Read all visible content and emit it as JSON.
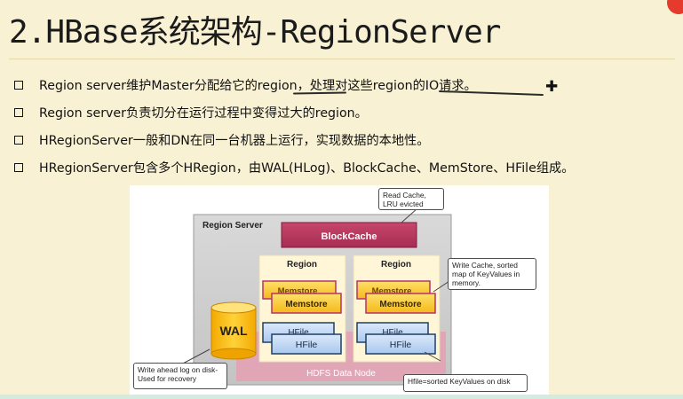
{
  "title": "2.HBase系统架构-RegionServer",
  "bullets": [
    "Region server维护Master分配给它的region，处理对这些region的IO请求。",
    "Region server负责切分在运行过程中变得过大的region。",
    "HRegionServer一般和DN在同一台机器上运行，实现数据的本地性。",
    "HRegionServer包含多个HRegion，由WAL(HLog)、BlockCache、MemStore、HFile组成。"
  ],
  "diagram": {
    "region_server_label": "Region Server",
    "blockcache_label": "BlockCache",
    "regions": [
      {
        "label": "Region",
        "memstore_back": "Memstore",
        "memstore_front": "Memstore",
        "hfile_back": "HFile",
        "hfile_front": "HFile"
      },
      {
        "label": "Region",
        "memstore_back": "Memstore",
        "memstore_front": "Memstore",
        "hfile_back": "HFile",
        "hfile_front": "HFile"
      }
    ],
    "wal_label": "WAL",
    "hdfs_label": "HDFS Data Node",
    "callouts": {
      "read_cache": "Read Cache, LRU evicted",
      "write_cache": "Write Cache, sorted map of KeyValues in memory.",
      "wal_note": "Write ahead log on disk- Used for recovery",
      "hfile_note": "Hfile=sorted KeyValues on disk"
    }
  }
}
